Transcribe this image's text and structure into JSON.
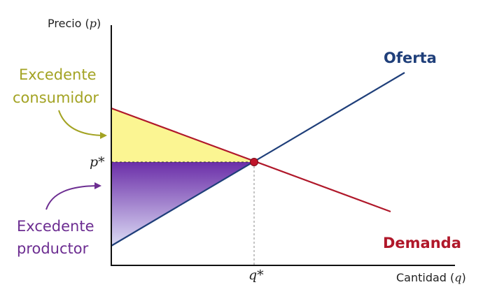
{
  "axes": {
    "y_label": "Precio",
    "y_var": "p",
    "x_label": "Cantidad",
    "x_var": "q"
  },
  "equilibrium": {
    "price_label": "p*",
    "quantity_label": "q*"
  },
  "curves": {
    "supply": {
      "label": "Oferta",
      "color": "#1f3f7a"
    },
    "demand": {
      "label": "Demanda",
      "color": "#b0182a"
    }
  },
  "surplus": {
    "consumer": {
      "line1": "Excedente",
      "line2": "consumidor",
      "color": "#a3a323",
      "fill": "#fbf592"
    },
    "producer": {
      "line1": "Excedente",
      "line2": "productor",
      "color": "#6c2d91",
      "fill_top": "#6b2ea8",
      "fill_bottom": "#dcdcf5"
    }
  },
  "colors": {
    "axis": "#111111",
    "guide": "#888888"
  }
}
